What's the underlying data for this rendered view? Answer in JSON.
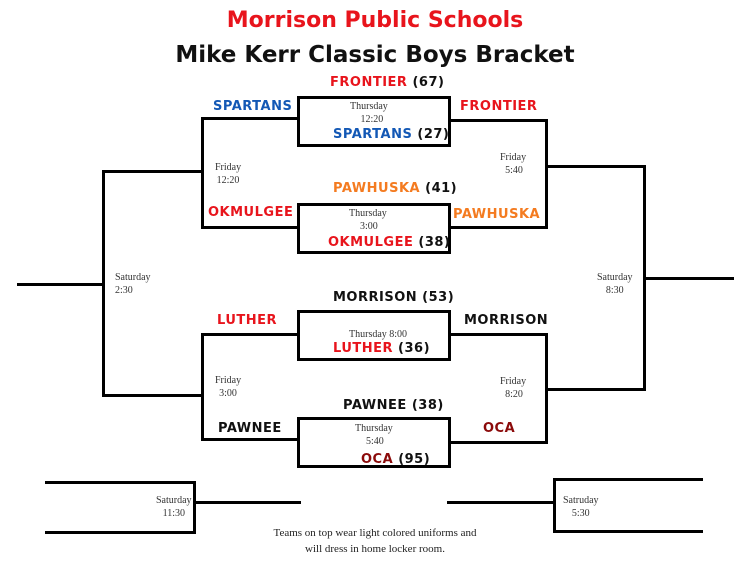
{
  "header": {
    "school": "Morrison Public Schools",
    "title": "Mike Kerr Classic Boys Bracket"
  },
  "colors": {
    "red": "#e8141c",
    "blue": "#1358b5",
    "orange": "#f47b20",
    "maroon": "#8b0a0a",
    "black": "#111111"
  },
  "quarterfinals": [
    {
      "day": "Thursday",
      "time": "12:20",
      "top_team": "FRONTIER",
      "top_score": "(67)",
      "bottom_team": "SPARTANS",
      "bottom_score": "(27)"
    },
    {
      "day": "Thursday",
      "time": "3:00",
      "top_team": "PAWHUSKA",
      "top_score": "(41)",
      "bottom_team": "OKMULGEE",
      "bottom_score": "(38)"
    },
    {
      "day": "Thursday 8:00",
      "time": "",
      "top_team": "MORRISON",
      "top_score": "(53)",
      "bottom_team": "LUTHER",
      "bottom_score": "(36)"
    },
    {
      "day": "Thursday",
      "time": "5:40",
      "top_team": "PAWNEE",
      "top_score": "(38)",
      "bottom_team": "OCA",
      "bottom_score": "(95)"
    }
  ],
  "consolation_left": {
    "day": "Friday",
    "time_top": "12:20",
    "time_bottom": "3:00",
    "teams": [
      "SPARTANS",
      "OKMULGEE",
      "LUTHER",
      "PAWNEE"
    ]
  },
  "semifinals_right": {
    "day": "Friday",
    "time_top": "5:40",
    "time_bottom": "8:20",
    "teams": [
      "FRONTIER",
      "PAWHUSKA",
      "MORRISON",
      "OCA"
    ]
  },
  "saturday": {
    "consolation_final": {
      "day": "Saturday",
      "time": "2:30"
    },
    "championship": {
      "day": "Saturday",
      "time": "8:30"
    },
    "seventh_place": {
      "day": "Saturday",
      "time": "11:30"
    },
    "third_place": {
      "day": "Satruday",
      "time": "5:30"
    }
  },
  "footnote": {
    "line1": "Teams on top wear light colored uniforms and",
    "line2": "will dress in home locker room."
  }
}
